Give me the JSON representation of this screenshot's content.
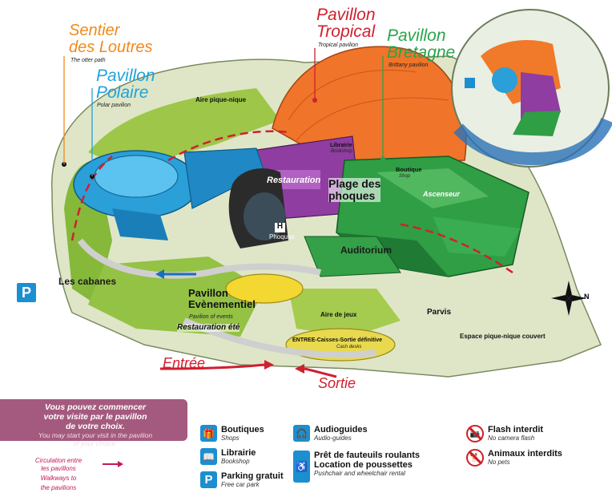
{
  "map": {
    "pavilions": {
      "otters": {
        "name_line1": "Sentier",
        "name_line2": "des Loutres",
        "subtitle": "The otter path",
        "color": "#f08a1c"
      },
      "polar": {
        "name_line1": "Pavillon",
        "name_line2": "Polaire",
        "subtitle": "Polar pavilion",
        "color": "#1fa3dc"
      },
      "tropical": {
        "name_line1": "Pavillon",
        "name_line2": "Tropical",
        "subtitle": "Tropical pavilion",
        "color": "#d0202f"
      },
      "brittany": {
        "name_line1": "Pavillon",
        "name_line2": "Bretagne",
        "subtitle": "Brittany pavilion",
        "color": "#2aa44a"
      },
      "events": {
        "name_line1": "Pavillon",
        "name_line2": "Evènementiel",
        "subtitle": "Pavilion of events"
      }
    },
    "places": {
      "picnic": "Aire pique-nique",
      "bookshop": "Librairie",
      "bookshop_en": "Bookshop",
      "restauration": "Restauration",
      "seal_beach_line1": "Plage des",
      "seal_beach_line2": "phoques",
      "shop": "Boutique",
      "shop_en": "Shop",
      "elevator": "Ascenseur",
      "seals": "Phoques",
      "auditorium": "Auditorium",
      "cabins": "Les cabanes",
      "summer_food": "Restauration été",
      "playground": "Aire de jeux",
      "parvis": "Parvis",
      "covered_picnic": "Espace pique-nique couvert",
      "cash_desks": "ENTREE-Caisses-Sortie définitive",
      "cash_desks_en": "Cash desks",
      "entrance": "Entrée",
      "exit": "Sortie"
    },
    "compass_letter": "N",
    "parking_letter": "P",
    "seal_letter": "H"
  },
  "legend": {
    "info": {
      "fr_line1": "Vous pouvez commencer",
      "fr_line2": "votre visite par le pavillon",
      "fr_line3": "de votre choix.",
      "en_line1": "You may start your visit in the pavilion",
      "en_line2": "of your choice."
    },
    "walkways": {
      "fr_line1": "Circulation entre",
      "fr_line2": "les pavillons",
      "en_line1": "Walkways to",
      "en_line2": "the pavilions"
    },
    "items": [
      {
        "title": "Boutiques",
        "subtitle": "Shops",
        "icon": "gift-icon",
        "glyph": "🎁"
      },
      {
        "title": "Librairie",
        "subtitle": "Bookshop",
        "icon": "book-icon",
        "glyph": "📖"
      },
      {
        "title": "Parking gratuit",
        "subtitle": "Free car park",
        "icon": "parking-icon",
        "glyph": "P"
      },
      {
        "title": "Audioguides",
        "subtitle": "Audio-guides",
        "icon": "headphones-icon",
        "glyph": "🎧"
      },
      {
        "title_line1": "Prêt de fauteuils roulants",
        "title_line2": "Location de poussettes",
        "subtitle": "Pushchair and wheelchair rental",
        "icon": "wheelchair-icon",
        "glyph": "♿"
      },
      {
        "title": "Flash interdit",
        "subtitle": "No camera flash",
        "icon": "no-flash-icon",
        "glyph": "📷"
      },
      {
        "title": "Animaux interdits",
        "subtitle": "No pets",
        "icon": "no-pets-icon",
        "glyph": "🐕"
      }
    ],
    "colors": {
      "panel": "#a45a7e",
      "accent_blue": "#1b8fd0",
      "walkway_red": "#c2185b"
    }
  }
}
